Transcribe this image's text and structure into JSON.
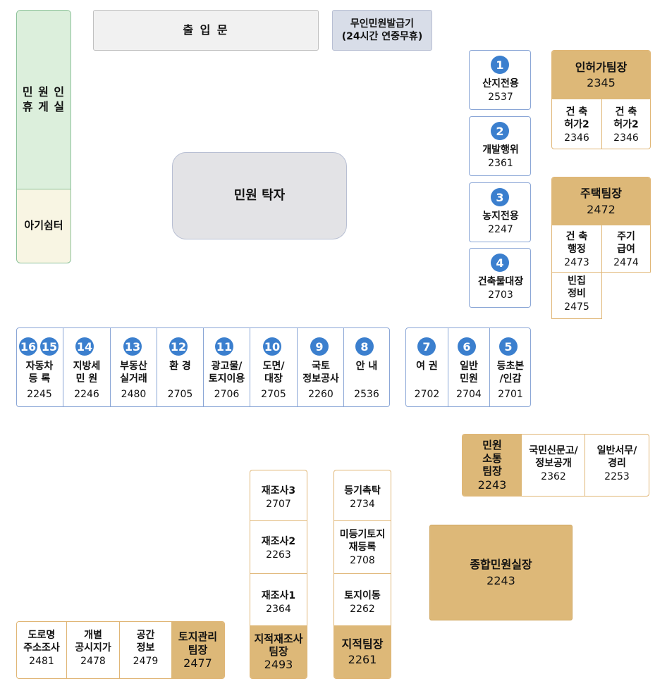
{
  "lounge": {
    "label": "민 원 인\n휴 게 실",
    "nursing": "아기쉼터"
  },
  "entrance": "출 입 문",
  "kiosk": "무인민원발급기\n(24시간 연중무휴)",
  "desk": "민원 탁자",
  "right_col": [
    {
      "num": "1",
      "name": "산지전용",
      "ext": "2537"
    },
    {
      "num": "2",
      "name": "개발행위",
      "ext": "2361"
    },
    {
      "num": "3",
      "name": "농지전용",
      "ext": "2247"
    },
    {
      "num": "4",
      "name": "건축물대장",
      "ext": "2703"
    }
  ],
  "permit_team": {
    "head": "인허가팀장",
    "head_ext": "2345",
    "cells": [
      {
        "name": "건 축\n허가2",
        "ext": "2346"
      },
      {
        "name": "건 축\n허가2",
        "ext": "2346"
      }
    ]
  },
  "housing_team": {
    "head": "주택팀장",
    "head_ext": "2472",
    "cells": [
      {
        "name": "건 축\n행정",
        "ext": "2473"
      },
      {
        "name": "주기\n급여",
        "ext": "2474"
      },
      {
        "name": "빈집\n정비",
        "ext": "2475"
      }
    ]
  },
  "counter_left": [
    {
      "num": "16",
      "num2": "15",
      "name": "자동차\n등   록",
      "ext": "2245"
    },
    {
      "num": "14",
      "name": "지방세\n민   원",
      "ext": "2246"
    },
    {
      "num": "13",
      "name": "부동산\n실거래",
      "ext": "2480"
    },
    {
      "num": "12",
      "name": "환 경",
      "ext": "2705"
    },
    {
      "num": "11",
      "name": "광고물/\n토지이용",
      "ext": "2706"
    },
    {
      "num": "10",
      "name": "도면/\n대장",
      "ext": "2705"
    },
    {
      "num": "9",
      "name": "국토\n정보공사",
      "ext": "2260"
    },
    {
      "num": "8",
      "name": "안 내",
      "ext": "2536"
    }
  ],
  "counter_right": [
    {
      "num": "7",
      "name": "여 권",
      "ext": "2702"
    },
    {
      "num": "6",
      "name": "일반\n민원",
      "ext": "2704"
    },
    {
      "num": "5",
      "name": "등초본\n/인감",
      "ext": "2701"
    }
  ],
  "comm_team": {
    "head": "민원\n소통\n팀장",
    "head_ext": "2243",
    "cells": [
      {
        "name": "국민신문고/\n정보공개",
        "ext": "2362"
      },
      {
        "name": "일반서무/\n경리",
        "ext": "2253"
      }
    ]
  },
  "director": {
    "name": "종합민원실장",
    "ext": "2243"
  },
  "resurvey": {
    "cells": [
      {
        "name": "재조사3",
        "ext": "2707"
      },
      {
        "name": "재조사2",
        "ext": "2263"
      },
      {
        "name": "재조사1",
        "ext": "2364"
      }
    ],
    "head": "지적재조사\n팀장",
    "head_ext": "2493"
  },
  "cadastral": {
    "cells": [
      {
        "name": "등기촉탁",
        "ext": "2734"
      },
      {
        "name": "미등기토지\n재등록",
        "ext": "2708"
      },
      {
        "name": "토지이동",
        "ext": "2262"
      }
    ],
    "head": "지적팀장",
    "head_ext": "2261"
  },
  "land_team": {
    "cells": [
      {
        "name": "도로명\n주소조사",
        "ext": "2481"
      },
      {
        "name": "개별\n공시지가",
        "ext": "2478"
      },
      {
        "name": "공간\n정보",
        "ext": "2479"
      }
    ],
    "head": "토지관리\n팀장",
    "head_ext": "2477"
  },
  "colors": {
    "blue_border": "#8aa6d6",
    "orange_border": "#e0b676",
    "gold": "#ddb878",
    "circle": "#3b7fce"
  }
}
